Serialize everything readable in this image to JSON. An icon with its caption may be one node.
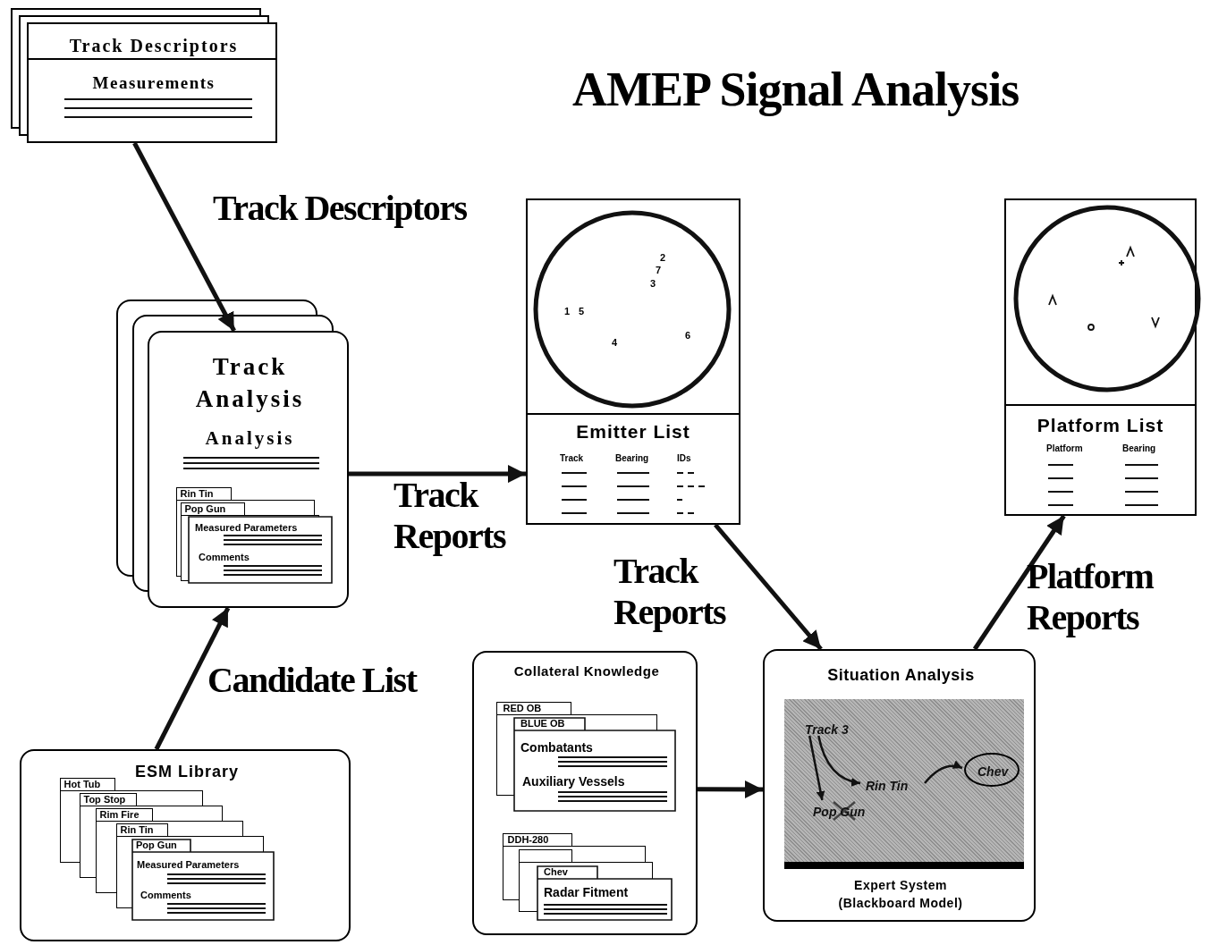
{
  "diagram": {
    "title": "AMEP Signal Analysis",
    "nodes": [
      {
        "text": [
          "Track Descriptors",
          "Measurements"
        ]
      },
      {
        "text": [
          "Track Analysis",
          "Analysis"
        ]
      },
      {
        "text": [
          "Rin Tin"
        ],
        "in": 1
      },
      {
        "text": [
          "Pop Gun"
        ],
        "in": 1
      },
      {
        "text": [
          "Measured Parameters",
          "Comments"
        ],
        "in": 1
      },
      {
        "text": [
          "2",
          "7",
          "3",
          "1",
          "5",
          "4",
          "6",
          "Emitter List",
          "Track",
          "Bearing",
          "IDs"
        ]
      },
      {
        "text": [
          "Platform List",
          "Platform",
          "Bearing"
        ]
      },
      {
        "text": [
          "ESM Library"
        ]
      },
      {
        "text": [
          "Hot Tub"
        ],
        "in": 7
      },
      {
        "text": [
          "Top Stop"
        ],
        "in": 7
      },
      {
        "text": [
          "Rim Fire"
        ],
        "in": 7
      },
      {
        "text": [
          "Rin Tin"
        ],
        "in": 7
      },
      {
        "text": [
          "Pop Gun",
          "Measured Parameters",
          "Comments"
        ],
        "in": 7
      },
      {
        "text": [
          "Collateral Knowledge"
        ]
      },
      {
        "text": [
          "RED OB"
        ],
        "in": 13
      },
      {
        "text": [
          "BLUE OB",
          "Combatants",
          "Auxiliary Vessels"
        ],
        "in": 13
      },
      {
        "text": [
          "DDH-280"
        ],
        "in": 13
      },
      {
        "text": [],
        "shape": "box",
        "in": 13
      },
      {
        "text": [
          "Chev",
          "Radar Fitment"
        ],
        "in": 13
      },
      {
        "text": [
          "Situation Analysis",
          "Expert System (Blackboard Model)"
        ]
      },
      {
        "text": [
          "Track 3"
        ],
        "in": 19
      },
      {
        "text": [
          "Rin Tin"
        ],
        "in": 19
      },
      {
        "text": [
          "Pop Gun"
        ],
        "in": 19
      },
      {
        "text": [
          "Chev"
        ],
        "in": 19
      }
    ],
    "edges": [
      {
        "from": 0,
        "to": 1,
        "arrow": "to",
        "label": "Track Descriptors"
      },
      {
        "from": 1,
        "to": 5,
        "arrow": "to",
        "label": "Track Reports"
      },
      {
        "from": 5,
        "to": 19,
        "arrow": "to",
        "label": "Track Reports"
      },
      {
        "from": 19,
        "to": 6,
        "arrow": "to",
        "label": "Platform Reports"
      },
      {
        "from": 7,
        "to": 1,
        "arrow": "to",
        "label": "Candidate List"
      },
      {
        "from": 13,
        "to": 19,
        "arrow": "to"
      },
      {
        "from": 20,
        "to": 21,
        "arrow": "to"
      },
      {
        "from": 20,
        "to": 22,
        "arrow": "to"
      },
      {
        "from": 21,
        "to": 23,
        "arrow": "to"
      }
    ]
  }
}
